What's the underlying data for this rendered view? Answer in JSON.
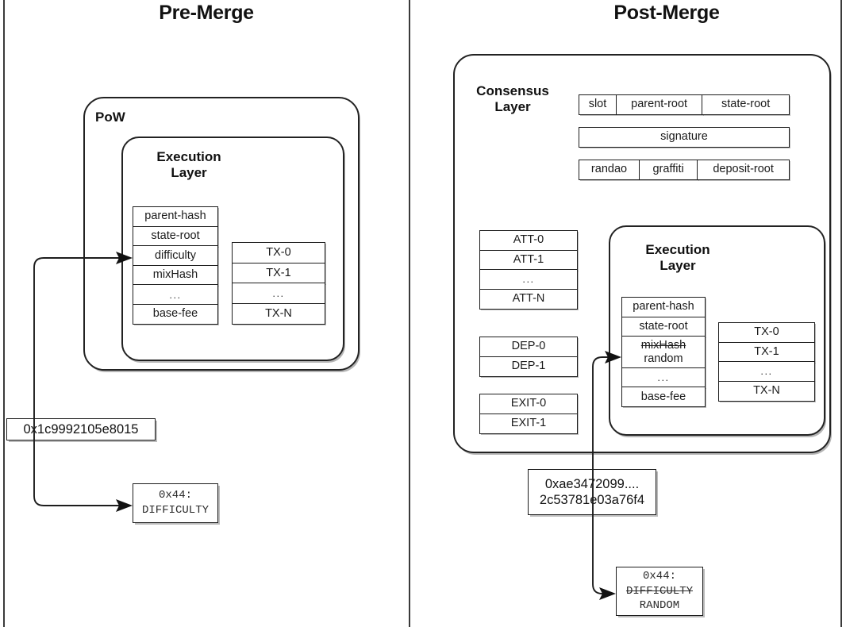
{
  "diagram": {
    "panels": [
      {
        "id": "pre-merge",
        "title": "Pre-Merge"
      },
      {
        "id": "post-merge",
        "title": "Post-Merge"
      }
    ]
  },
  "pre_merge": {
    "outer_label": "PoW",
    "execution_label": "Execution\nLayer",
    "header_fields": [
      "parent-hash",
      "state-root",
      "difficulty",
      "mixHash",
      "...",
      "base-fee"
    ],
    "tx_fields": [
      "TX-0",
      "TX-1",
      "...",
      "TX-N"
    ],
    "hex_value": "0x1c9992105e8015",
    "opcode": {
      "code": "0x44:",
      "name": "DIFFICULTY"
    }
  },
  "post_merge": {
    "consensus_label": "Consensus\nLayer",
    "consensus_header_rows": [
      [
        "slot",
        "parent-root",
        "state-root"
      ],
      [
        "signature"
      ],
      [
        "randao",
        "graffiti",
        "deposit-root"
      ]
    ],
    "attestations": [
      "ATT-0",
      "ATT-1",
      "...",
      "ATT-N"
    ],
    "deposits": [
      "DEP-0",
      "DEP-1"
    ],
    "exits": [
      "EXIT-0",
      "EXIT-1"
    ],
    "execution_label": "Execution\nLayer",
    "header_fields": [
      "parent-hash",
      "state-root",
      "mixHash",
      "random",
      "...",
      "base-fee"
    ],
    "tx_fields": [
      "TX-0",
      "TX-1",
      "...",
      "TX-N"
    ],
    "hex_value": "0xae3472099....\n2c53781e03a76f4",
    "opcode": {
      "code": "0x44:",
      "old_name": "DIFFICULTY",
      "new_name": "RANDOM"
    }
  },
  "colors": {
    "stroke": "#1d1d1d",
    "text": "#111111",
    "background": "#ffffff"
  }
}
